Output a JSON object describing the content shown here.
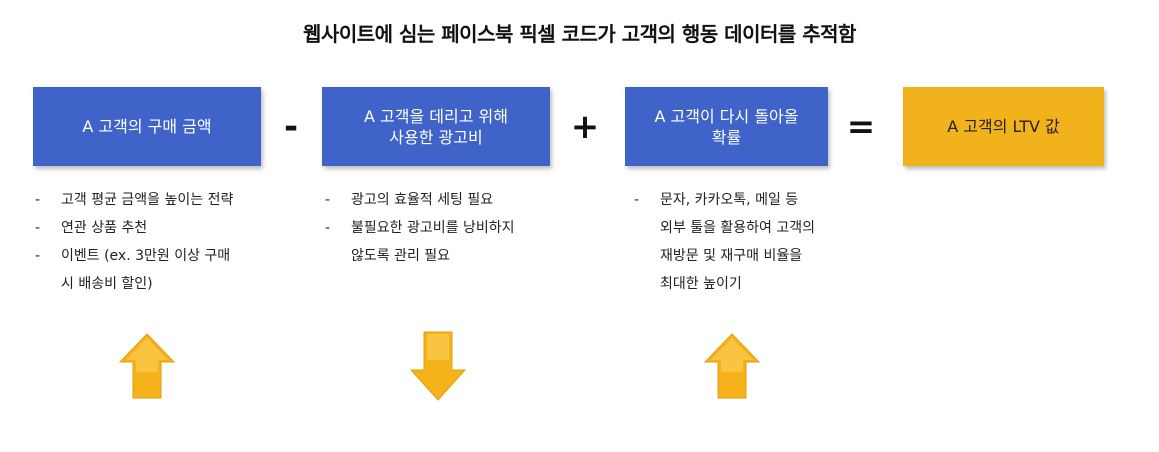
{
  "title": "웹사이트에 심는 페이스북 픽셀 코드가 고객의 행동 데이터를 추적함",
  "boxes": [
    {
      "label": "A 고객의 구매 금액"
    },
    {
      "label": "A 고객을 데리고 위해\n사용한 광고비"
    },
    {
      "label": "A 고객이 다시 돌아올\n확률"
    },
    {
      "label": "A 고객의 LTV 값"
    }
  ],
  "operators": [
    "-",
    "+",
    "="
  ],
  "lists": [
    {
      "items": [
        "고객 평균 금액을 높이는 전략",
        "연관 상품 추천",
        "이벤트 (ex. 3만원 이상 구매\n시 배송비 할인)"
      ]
    },
    {
      "items": [
        "광고의 효율적 세팅 필요",
        "불필요한 광고비를 낭비하지\n않도록 관리 필요"
      ]
    },
    {
      "items": [
        "문자, 카카오톡, 메일 등\n외부 툴을 활용하여 고객의\n재방문 및 재구매 비율을\n최대한 높이기"
      ]
    }
  ],
  "arrows": [
    {
      "direction": "up"
    },
    {
      "direction": "down"
    },
    {
      "direction": "up"
    }
  ],
  "colors": {
    "box_blue": "#3f63c8",
    "box_gold": "#f2b21c",
    "arrow_fill": "#f5b21a",
    "arrow_light": "#fbd25a"
  }
}
